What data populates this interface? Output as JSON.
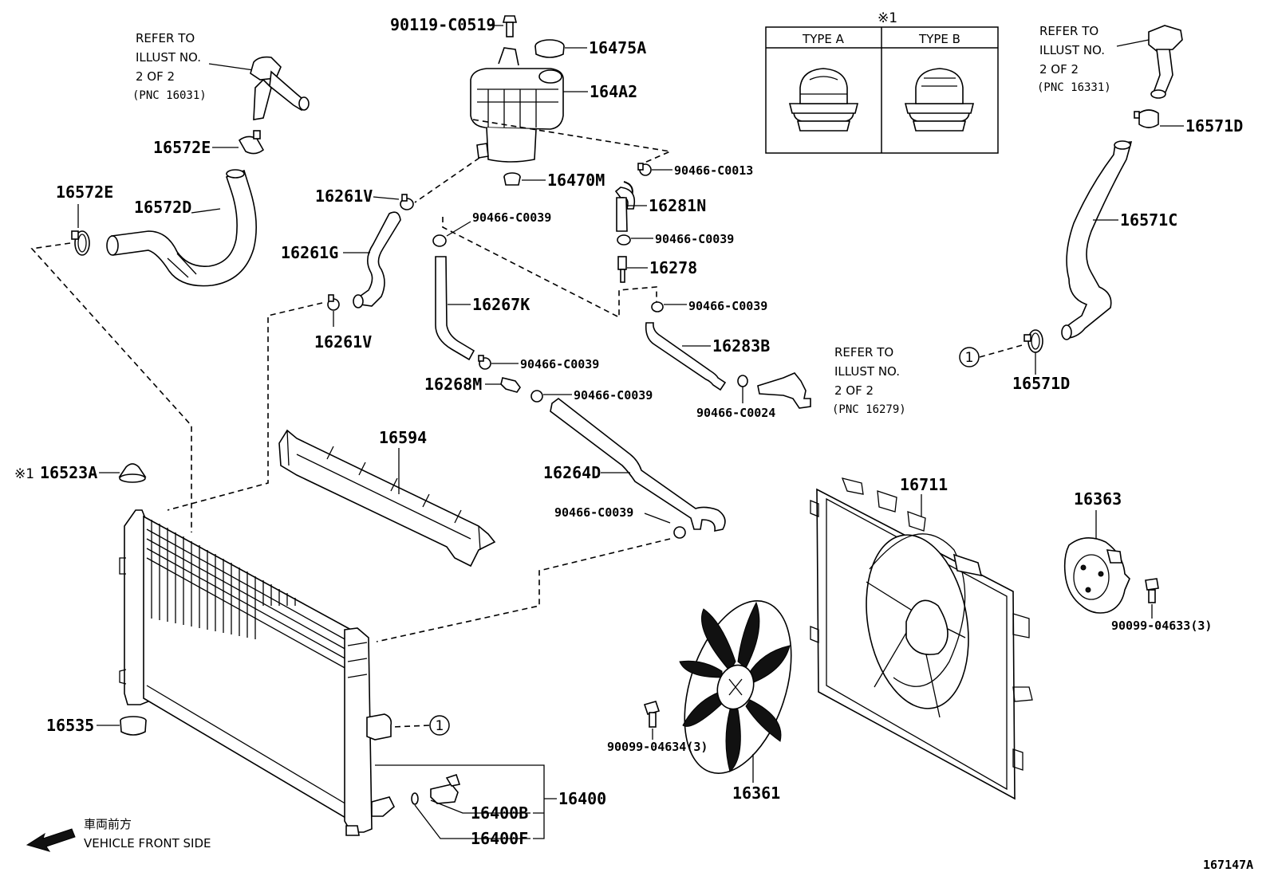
{
  "type_table": {
    "mark": "※1",
    "col_a": "TYPE A",
    "col_b": "TYPE B"
  },
  "notes": {
    "ref_16031": [
      "REFER TO",
      "ILLUST NO.",
      "2 OF 2",
      "(PNC 16031)"
    ],
    "ref_16331": [
      "REFER TO",
      "ILLUST NO.",
      "2 OF 2",
      "(PNC 16331)"
    ],
    "ref_16279": [
      "REFER TO",
      "ILLUST NO.",
      "2 OF 2",
      "(PNC 16279)"
    ]
  },
  "callouts": {
    "p90119_C0519": "90119-C0519",
    "p16475A": "16475A",
    "p164A2": "164A2",
    "p16470M": "16470M",
    "p90466_C0013": "90466-C0013",
    "p16281N": "16281N",
    "p90466_C0039_a": "90466-C0039",
    "p90466_C0039_b": "90466-C0039",
    "p16278": "16278",
    "p90466_C0039_c": "90466-C0039",
    "p16283B": "16283B",
    "p16572E_a": "16572E",
    "p16572E_b": "16572E",
    "p16572D": "16572D",
    "p16261V_a": "16261V",
    "p16261G": "16261G",
    "p16261V_b": "16261V",
    "p16267K": "16267K",
    "p90466_C0039_d": "90466-C0039",
    "p16268M": "16268M",
    "p90466_C0039_e": "90466-C0039",
    "p90466_C0024": "90466-C0024",
    "p16571D_a": "16571D",
    "p16571C": "16571C",
    "p16571D_b": "16571D",
    "p16594": "16594",
    "p16264D": "16264D",
    "p90466_C0039_f": "90466-C0039",
    "p16523A": "16523A",
    "p16523A_mark": "※1",
    "p16535": "16535",
    "p16400": "16400",
    "p16400B": "16400B",
    "p16400F": "16400F",
    "p16711": "16711",
    "p16363": "16363",
    "p90099_04633": "90099-04633(3)",
    "p90099_04634": "90099-04634(3)",
    "p16361": "16361",
    "circle_1": "1"
  },
  "direction": {
    "jp": "車両前方",
    "en": "VEHICLE FRONT SIDE"
  },
  "illustration_number": "167147A"
}
